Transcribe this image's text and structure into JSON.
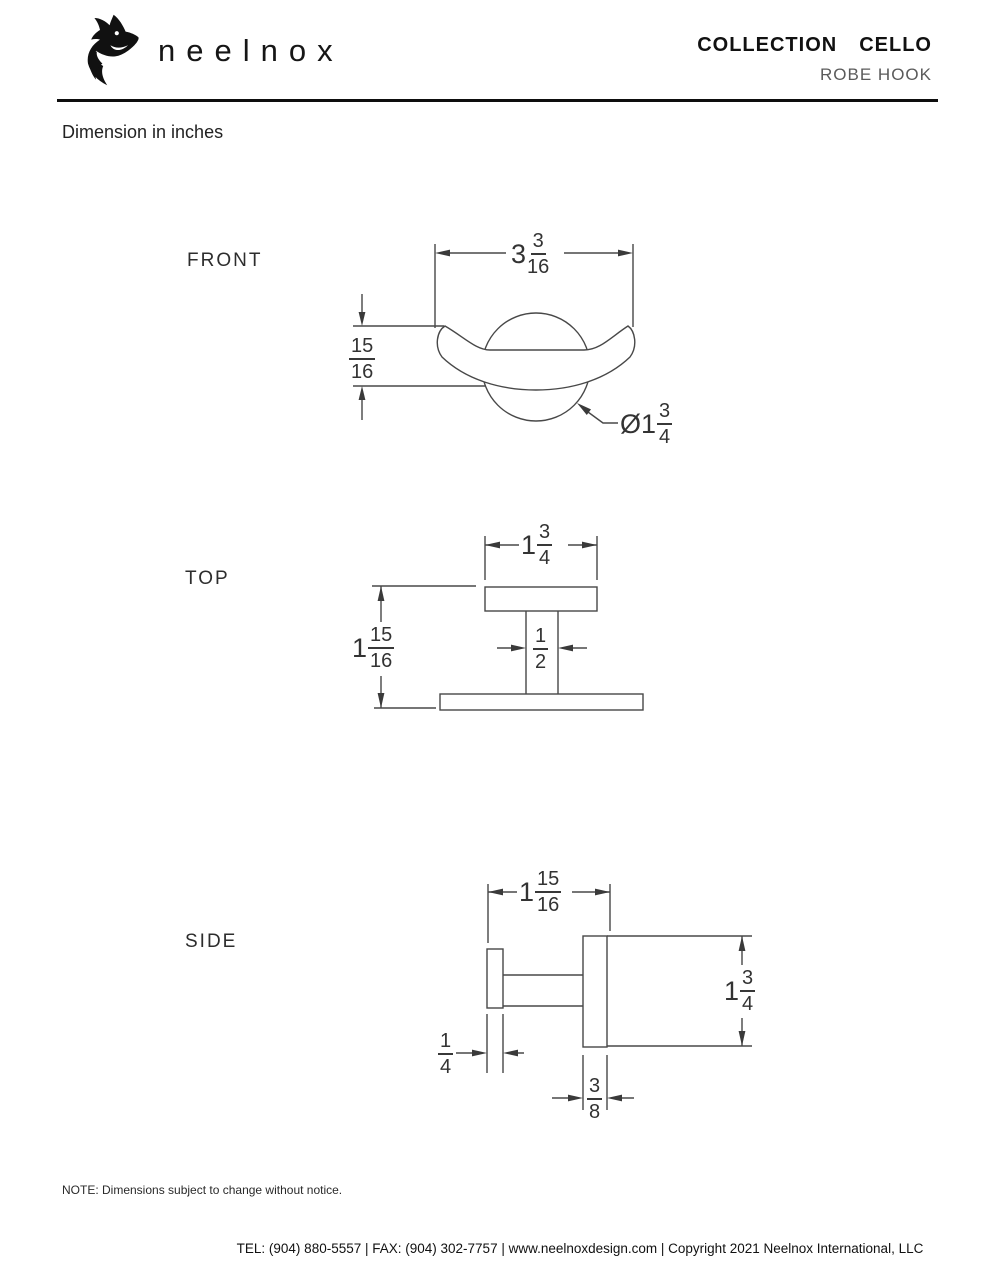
{
  "header": {
    "brand": "neelnox",
    "collection_label": "COLLECTION",
    "collection_name": "CELLO",
    "product_name": "ROBE HOOK"
  },
  "subtitle": "Dimension in inches",
  "views": {
    "front": {
      "label": "FRONT",
      "dims": {
        "width": {
          "whole": "3",
          "num": "3",
          "den": "16"
        },
        "height": {
          "num": "15",
          "den": "16"
        },
        "diameter": {
          "symbol": "Ø",
          "whole": "1",
          "num": "3",
          "den": "4"
        }
      }
    },
    "top": {
      "label": "TOP",
      "dims": {
        "width": {
          "whole": "1",
          "num": "3",
          "den": "4"
        },
        "depth": {
          "whole": "1",
          "num": "15",
          "den": "16"
        },
        "stem_width": {
          "num": "1",
          "den": "2"
        }
      }
    },
    "side": {
      "label": "SIDE",
      "dims": {
        "depth": {
          "whole": "1",
          "num": "15",
          "den": "16"
        },
        "height": {
          "whole": "1",
          "num": "3",
          "den": "4"
        },
        "tip_thickness": {
          "num": "1",
          "den": "4"
        },
        "plate_thickness": {
          "num": "3",
          "den": "8"
        }
      }
    }
  },
  "note": "NOTE: Dimensions subject to change without notice.",
  "footer": "TEL: (904) 880-5557 | FAX: (904) 302-7757 | www.neelnoxdesign.com | Copyright 2021 Neelnox International, LLC"
}
